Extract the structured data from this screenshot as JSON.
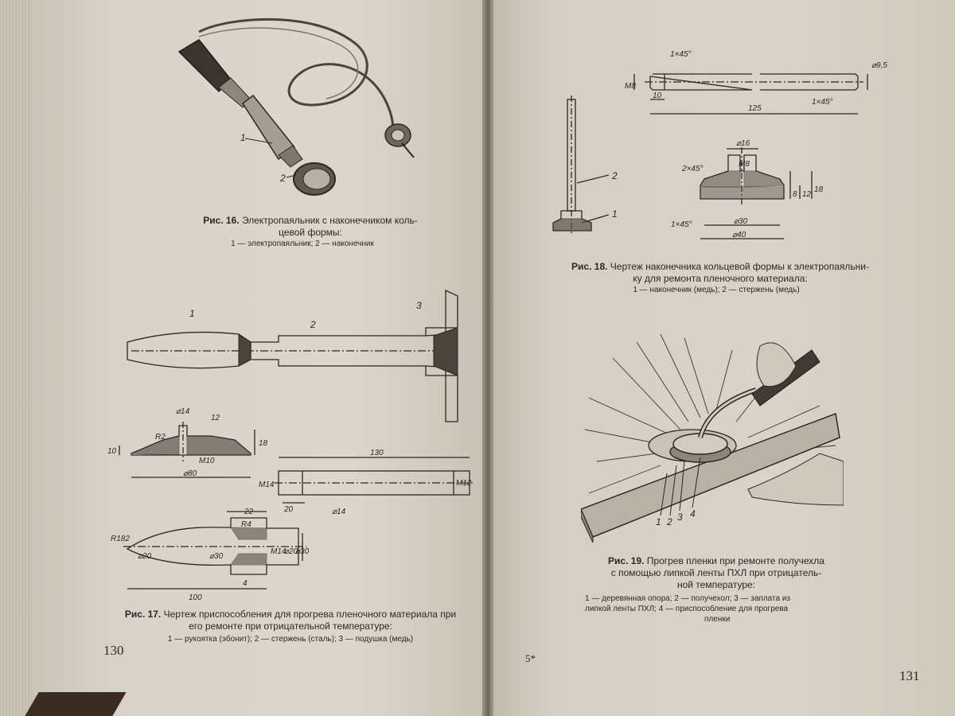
{
  "left_page": {
    "fig16": {
      "title": "Рис. 16.",
      "text_line1": "Электропаяльник с наконечником коль-",
      "text_line2": "цевой формы:",
      "legend": "1 — электропаяльник; 2 — наконечник",
      "labels": [
        "1",
        "2"
      ]
    },
    "fig17": {
      "title": "Рис. 17.",
      "text_line1": "Чертеж приспособления для прогрева пленочного материала при",
      "text_line2": "его ремонте при отрицательной температуре:",
      "legend": "1 — рукоятка (эбонит); 2 — стержень (сталь); 3 — подушка (медь)",
      "labels": [
        "1",
        "2",
        "3"
      ],
      "dims": {
        "d14_pad": "⌀14",
        "h12": "12",
        "r2": "R2",
        "h10": "10",
        "h18": "18",
        "m10": "M10",
        "d80": "⌀80",
        "len130": "130",
        "m14_rod": "M14",
        "len20": "20",
        "d14_rod": "⌀14",
        "m12": "M12",
        "r182": "R182",
        "d20": "⌀20",
        "d30": "⌀30",
        "len22": "22",
        "r4": "R4",
        "m14_h": "M14",
        "d20b": "⌀20",
        "d30b": "⌀30",
        "len100": "100",
        "len4": "4"
      }
    },
    "page_number": "130"
  },
  "right_page": {
    "fig18": {
      "title": "Рис. 18.",
      "text_line1": "Чертеж наконечника кольцевой формы к электропаяльни-",
      "text_line2": "ку для ремонта пленочного материала:",
      "legend": "1 — наконечник (медь); 2 — стержень (медь)",
      "labels": [
        "1",
        "2"
      ],
      "dims": {
        "ch1": "1×45°",
        "d95": "⌀9,5",
        "m8": "M8",
        "len10": "10",
        "len125": "125",
        "ch2": "1×45°",
        "d16": "⌀16",
        "ch3": "2×45°",
        "m8b": "M8",
        "h8": "8",
        "h12": "12",
        "h18": "18",
        "ch4": "1×45°",
        "d30": "⌀30",
        "d40": "⌀40"
      }
    },
    "fig19": {
      "title": "Рис. 19.",
      "text_line1": "Прогрев пленки при ремонте получехла",
      "text_line2": "с помощью липкой ленты ПХЛ при отрицатель-",
      "text_line3": "ной температуре:",
      "legend_line1": "1 — деревянная опора; 2 — получехол; 3 — заплата из",
      "legend_line2": "липкой ленты ПХЛ; 4 — приспособление для прогрева",
      "legend_line3": "пленки",
      "labels": [
        "1",
        "2",
        "3",
        "4"
      ]
    },
    "signature_mark": "5*",
    "page_number": "131"
  },
  "colors": {
    "paper": "#d9d4ca",
    "ink": "#2b2723",
    "gutter": "#6d655a",
    "background": "#3a2a1e"
  }
}
